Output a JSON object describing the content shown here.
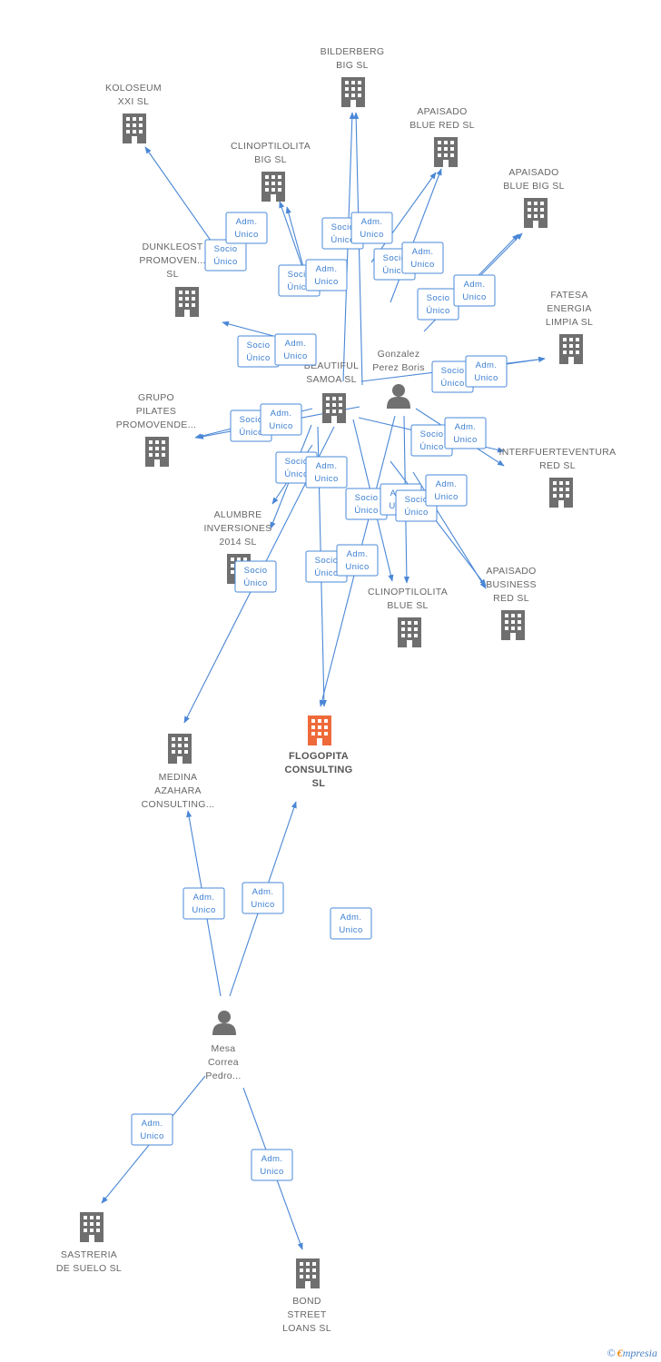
{
  "colors": {
    "edge": "#4a87d6",
    "label_border": "#4a8ad9",
    "label_text": "#3c7fd1",
    "building": "#6f6f6f",
    "building_main": "#ef6a3a",
    "person": "#707070"
  },
  "nodes": [
    {
      "id": "bilderberg",
      "type": "company",
      "lines": [
        "BILDERBERG",
        "BIG  SL"
      ]
    },
    {
      "id": "koloseum",
      "type": "company",
      "lines": [
        "KOLOSEUM",
        "XXI  SL"
      ]
    },
    {
      "id": "apaisado_blue_red",
      "type": "company",
      "lines": [
        "APAISADO",
        "BLUE RED  SL"
      ]
    },
    {
      "id": "clinoptilolita_big",
      "type": "company",
      "lines": [
        "CLINOPTILOLITA",
        "BIG  SL"
      ]
    },
    {
      "id": "apaisado_blue_big",
      "type": "company",
      "lines": [
        "APAISADO",
        "BLUE BIG  SL"
      ]
    },
    {
      "id": "dunkleost",
      "type": "company",
      "lines": [
        "DUNKLEOST",
        "PROMOVEN...",
        "SL"
      ]
    },
    {
      "id": "fatesa",
      "type": "company",
      "lines": [
        "FATESA",
        "ENERGIA",
        "LIMPIA  SL"
      ]
    },
    {
      "id": "beautiful_samoa",
      "type": "company",
      "lines": [
        "BEAUTIFUL",
        "SAMOA SL"
      ]
    },
    {
      "id": "gonzalez",
      "type": "person",
      "lines": [
        "Gonzalez",
        "Perez Boris"
      ]
    },
    {
      "id": "grupo_pilates",
      "type": "company",
      "lines": [
        "GRUPO",
        "PILATES",
        "PROMOVENDE..."
      ]
    },
    {
      "id": "interfuerteventura",
      "type": "company",
      "lines": [
        "INTERFUERTEVENTURA",
        "RED  SL"
      ]
    },
    {
      "id": "alumbre",
      "type": "company",
      "lines": [
        "ALUMBRE",
        "INVERSIONES",
        "2014  SL"
      ]
    },
    {
      "id": "apaisado_business",
      "type": "company",
      "lines": [
        "APAISADO",
        "BUSINESS",
        "RED  SL"
      ]
    },
    {
      "id": "clinoptilolita_blue",
      "type": "company",
      "lines": [
        "CLINOPTILOLITA",
        "BLUE  SL"
      ]
    },
    {
      "id": "flogopita",
      "type": "main",
      "lines": [
        "FLOGOPITA",
        "CONSULTING",
        "SL"
      ]
    },
    {
      "id": "medina",
      "type": "company",
      "lines": [
        "MEDINA",
        "AZAHARA",
        "CONSULTING..."
      ]
    },
    {
      "id": "mesa",
      "type": "person",
      "lines": [
        "Mesa",
        "Correa",
        "Pedro..."
      ]
    },
    {
      "id": "sastreria",
      "type": "company",
      "lines": [
        "SASTRERIA",
        "DE SUELO SL"
      ]
    },
    {
      "id": "bond",
      "type": "company",
      "lines": [
        "BOND",
        "STREET",
        "LOANS SL"
      ]
    }
  ],
  "edge_labels": [
    {
      "lines": [
        "Socio",
        "Único"
      ]
    },
    {
      "lines": [
        "Adm.",
        "Unico"
      ]
    },
    {
      "lines": [
        "Socio",
        "Único"
      ]
    },
    {
      "lines": [
        "Adm.",
        "Unico"
      ]
    },
    {
      "lines": [
        "Socio",
        "Único"
      ]
    },
    {
      "lines": [
        "Adm.",
        "Unico"
      ]
    },
    {
      "lines": [
        "Socio",
        "Único"
      ]
    },
    {
      "lines": [
        "Adm.",
        "Unico"
      ]
    },
    {
      "lines": [
        "Socio",
        "Único"
      ]
    },
    {
      "lines": [
        "Adm.",
        "Unico"
      ]
    },
    {
      "lines": [
        "Socio",
        "Único"
      ]
    },
    {
      "lines": [
        "Adm.",
        "Unico"
      ]
    },
    {
      "lines": [
        "Socio",
        "Único"
      ]
    },
    {
      "lines": [
        "Adm.",
        "Unico"
      ]
    },
    {
      "lines": [
        "Socio",
        "Único"
      ]
    },
    {
      "lines": [
        "Adm.",
        "Unico"
      ]
    },
    {
      "lines": [
        "Socio",
        "Único"
      ]
    },
    {
      "lines": [
        "Adm.",
        "Unico"
      ]
    },
    {
      "lines": [
        "Socio",
        "Único"
      ]
    },
    {
      "lines": [
        "Adm.",
        "Unico"
      ]
    },
    {
      "lines": [
        "Socio",
        "Único"
      ]
    },
    {
      "lines": [
        "Adm.",
        "Unico"
      ]
    },
    {
      "lines": [
        "Socio",
        "Único"
      ]
    },
    {
      "lines": [
        "Adm.",
        "Unico"
      ]
    },
    {
      "lines": [
        "Socio",
        "Único"
      ]
    },
    {
      "lines": [
        "Adm.",
        "Unico"
      ]
    },
    {
      "lines": [
        "Socio",
        "Único"
      ]
    },
    {
      "lines": [
        "Adm.",
        "Unico"
      ]
    },
    {
      "lines": [
        "Adm.",
        "Unico"
      ]
    },
    {
      "lines": [
        "Adm.",
        "Unico"
      ]
    },
    {
      "lines": [
        "Adm.",
        "Unico"
      ]
    },
    {
      "lines": [
        "Adm.",
        "Unico"
      ]
    }
  ],
  "footer": {
    "copyright": "©",
    "brand_first": "€",
    "brand_rest": "mpresia"
  }
}
